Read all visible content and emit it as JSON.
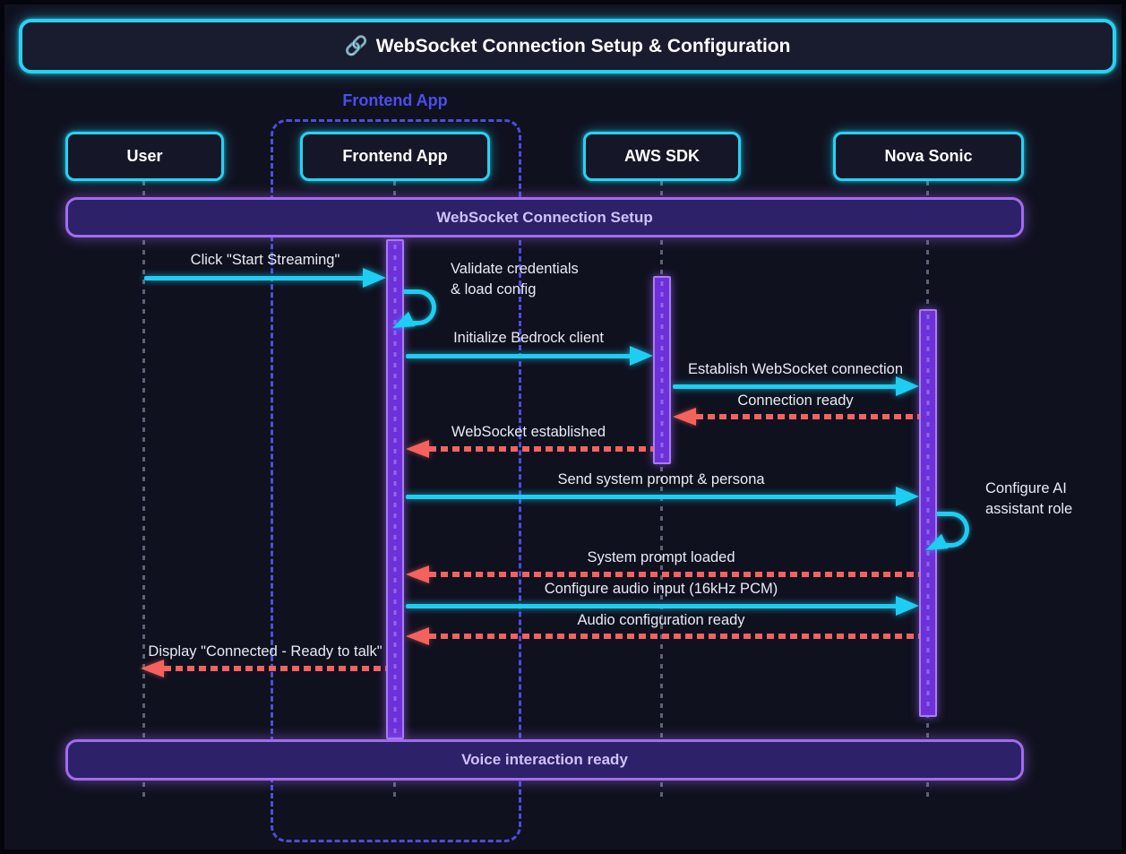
{
  "title": {
    "icon": "🔗",
    "text": "WebSocket Connection Setup & Configuration"
  },
  "group": {
    "label": "Frontend App"
  },
  "actors": [
    {
      "name": "User"
    },
    {
      "name": "Frontend App"
    },
    {
      "name": "AWS SDK"
    },
    {
      "name": "Nova Sonic"
    }
  ],
  "banners": {
    "top": "WebSocket Connection Setup",
    "bottom": "Voice interaction ready"
  },
  "messages": [
    {
      "label": "Click \"Start Streaming\"",
      "from": "User",
      "to": "Frontend App",
      "kind": "solid"
    },
    {
      "label": "Validate credentials\n& load config",
      "actor": "Frontend App",
      "kind": "self"
    },
    {
      "label": "Initialize Bedrock client",
      "from": "Frontend App",
      "to": "AWS SDK",
      "kind": "solid"
    },
    {
      "label": "Establish WebSocket connection",
      "from": "AWS SDK",
      "to": "Nova Sonic",
      "kind": "solid"
    },
    {
      "label": "Connection ready",
      "from": "Nova Sonic",
      "to": "AWS SDK",
      "kind": "dashed"
    },
    {
      "label": "WebSocket established",
      "from": "AWS SDK",
      "to": "Frontend App",
      "kind": "dashed"
    },
    {
      "label": "Send system prompt & persona",
      "from": "Frontend App",
      "to": "Nova Sonic",
      "kind": "solid"
    },
    {
      "label": "Configure AI\nassistant role",
      "actor": "Nova Sonic",
      "kind": "self"
    },
    {
      "label": "System prompt loaded",
      "from": "Nova Sonic",
      "to": "Frontend App",
      "kind": "dashed"
    },
    {
      "label": "Configure audio input (16kHz PCM)",
      "from": "Frontend App",
      "to": "Nova Sonic",
      "kind": "solid"
    },
    {
      "label": "Audio configuration ready",
      "from": "Nova Sonic",
      "to": "Frontend App",
      "kind": "dashed"
    },
    {
      "label": "Display \"Connected - Ready to talk\"",
      "from": "Frontend App",
      "to": "User",
      "kind": "dashed"
    }
  ],
  "colors": {
    "background": "#10111f",
    "cyan_accent": "#27d2f3",
    "solid_arrow": "#1ecdf2",
    "dashed_arrow": "#f4625e",
    "activation_fill": "#6d31da",
    "activation_border": "#ab7cf4",
    "banner_fill": "#2d2169",
    "banner_border": "#a26bf0",
    "group_dash": "#4b4edb",
    "group_label": "#4b4df0",
    "text": "#e8ebf3"
  }
}
